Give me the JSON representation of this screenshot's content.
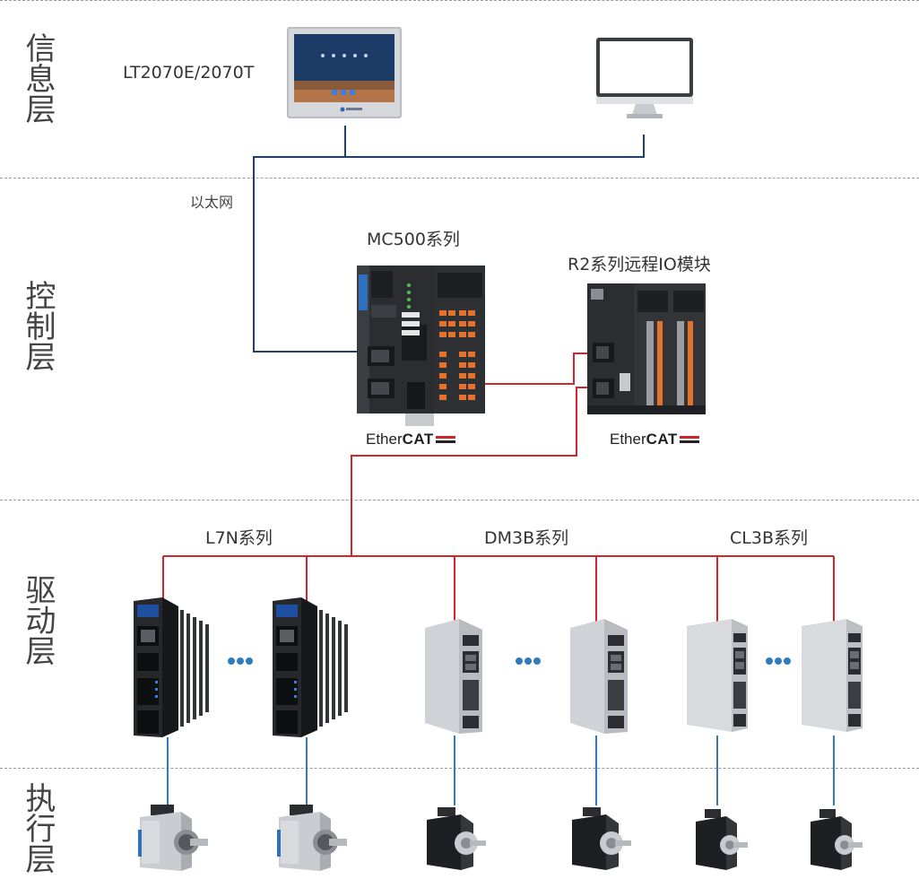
{
  "layers": [
    {
      "name": "信息层"
    },
    {
      "name": "控制层"
    },
    {
      "name": "驱动层"
    },
    {
      "name": "执行层"
    }
  ],
  "devices": {
    "hmi_label": "LT2070E/2070T",
    "controller_label": "MC500系列",
    "remote_io_label": "R2系列远程IO模块",
    "ethernet_label": "以太网",
    "ethercat_text": "Ether",
    "ethercat_bold": "CAT",
    "drive_series": [
      {
        "label": "L7N系列"
      },
      {
        "label": "DM3B系列"
      },
      {
        "label": "CL3B系列"
      }
    ]
  },
  "colors": {
    "ethernet_line": "#1f3f66",
    "ethercat_line": "#d0252c",
    "dots": "#2f7bbd",
    "divider": "#9a9a9a"
  }
}
